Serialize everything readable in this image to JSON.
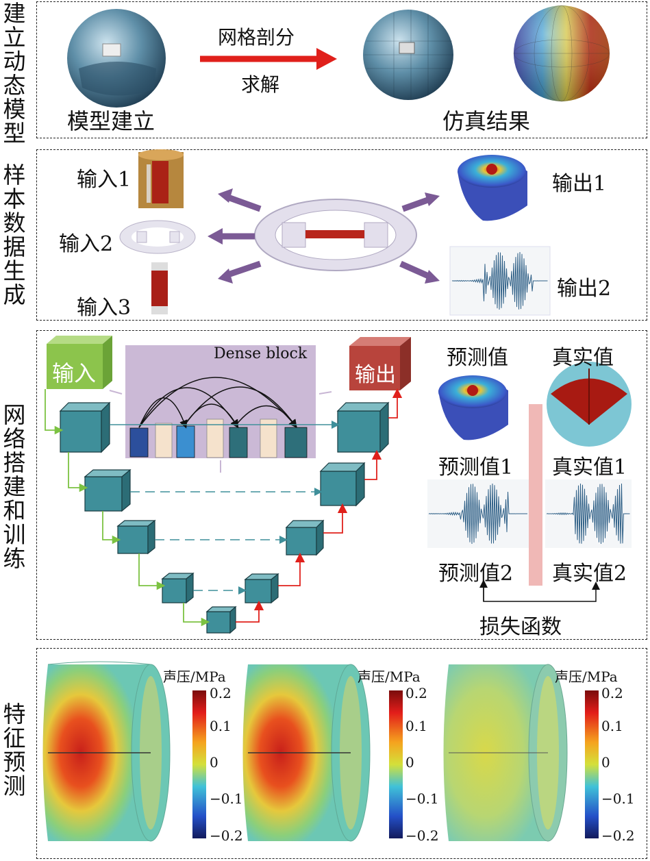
{
  "stages": [
    {
      "label": "建立动态模型"
    },
    {
      "label": "样本数据生成"
    },
    {
      "label": "网络搭建和训练"
    },
    {
      "label": "特征预测"
    }
  ],
  "stage1": {
    "model_label": "模型建立",
    "arrow_top": "网格剖分",
    "arrow_bottom": "求解",
    "result_label": "仿真结果"
  },
  "stage2": {
    "input1": "输入1",
    "input2": "输入2",
    "input3": "输入3",
    "output1": "输出1",
    "output2": "输出2"
  },
  "stage3": {
    "input": "输入",
    "output": "输出",
    "dense_block": "Dense block",
    "predicted": "预测值",
    "true_value": "真实值",
    "predicted1": "预测值1",
    "true1": "真实值1",
    "predicted2": "预测值2",
    "true2": "真实值2",
    "loss": "损失函数"
  },
  "stage4": {
    "colorbar_title": "声压/MPa",
    "ticks": [
      "0.2",
      "0.1",
      "0",
      "−0.1",
      "−0.2"
    ]
  },
  "colors": {
    "red_arrow": "#e0201b",
    "purple_arrow": "#7b5a95",
    "cube": "#3f8f9a",
    "green_line": "#7cc242",
    "input_box": "#8cc44c",
    "output_box": "#b8443c",
    "dense_bg": "#cbb9d6"
  }
}
